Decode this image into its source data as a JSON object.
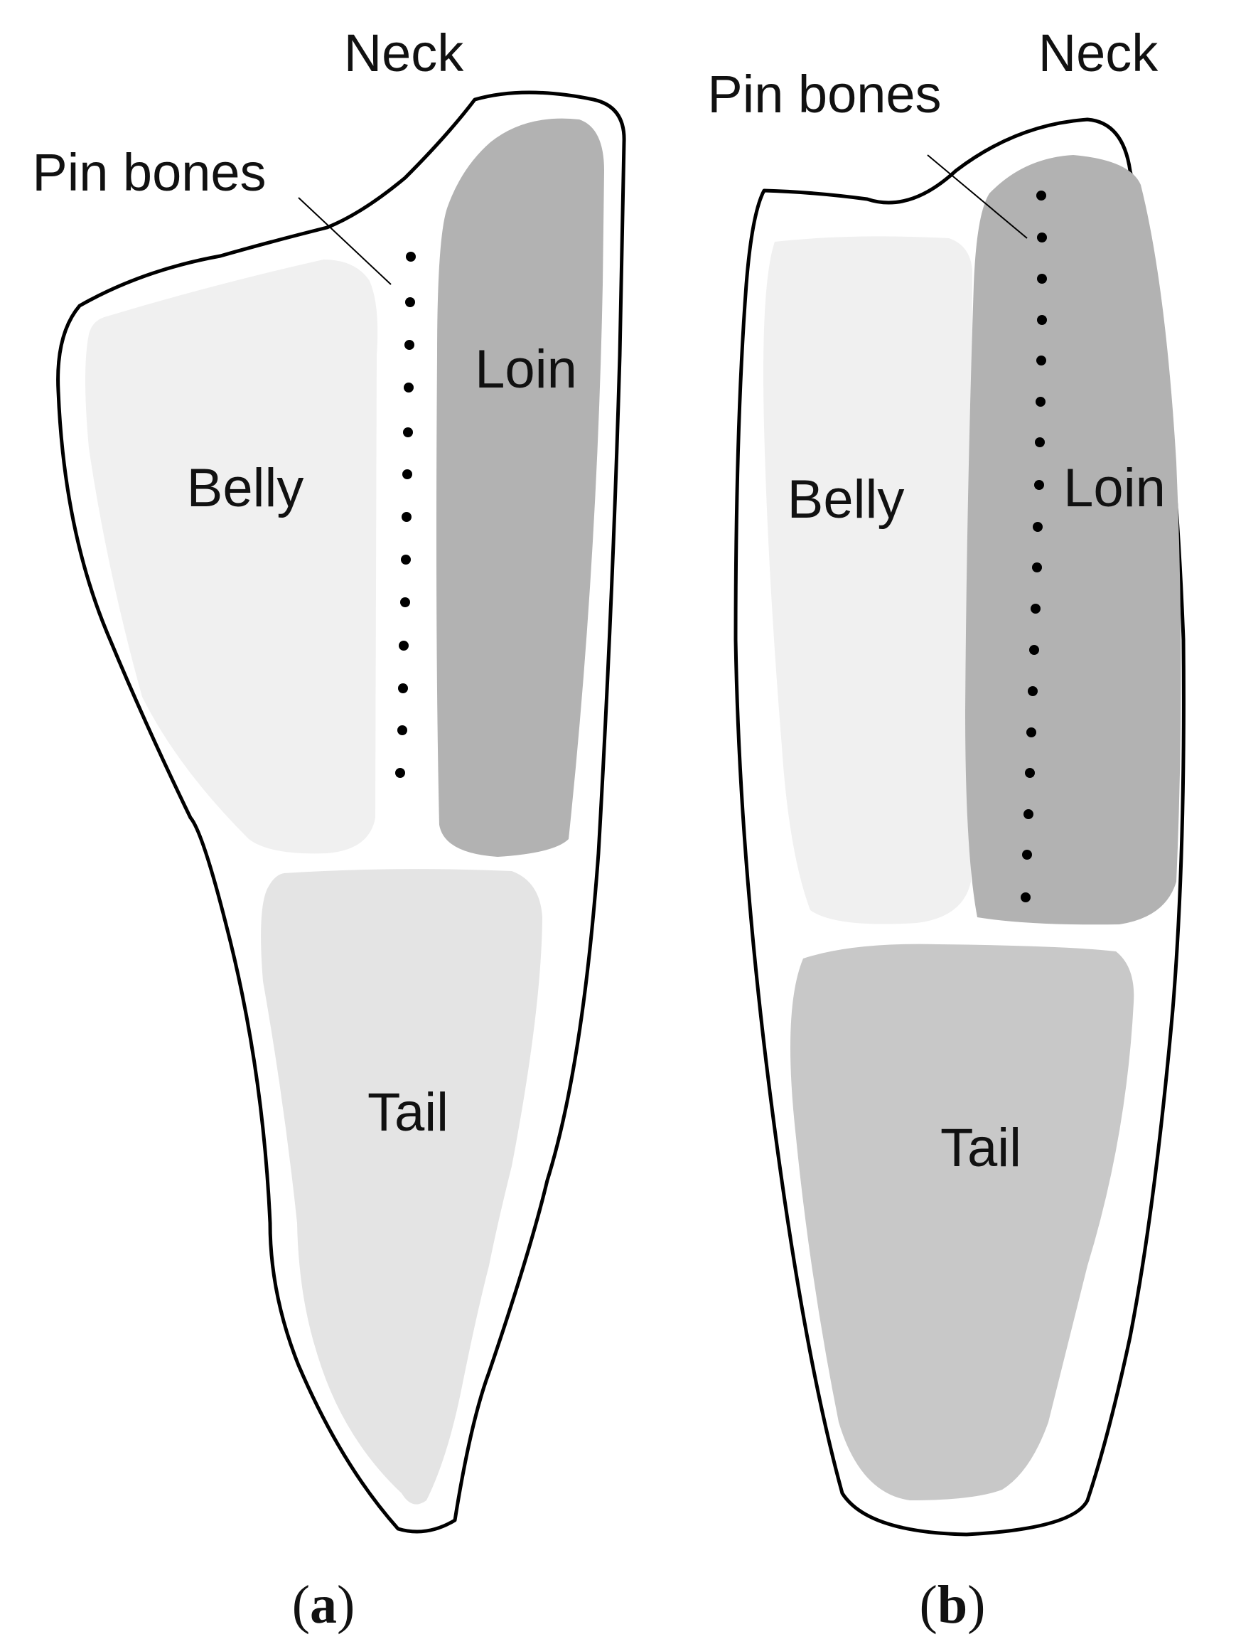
{
  "panels": [
    {
      "id": "a",
      "labels": {
        "neck": "Neck",
        "pin_bones": "Pin bones",
        "loin": "Loin",
        "belly": "Belly",
        "tail": "Tail"
      },
      "caption": {
        "open": "(",
        "letter": "a",
        "close": ")"
      },
      "colors": {
        "outline": "#000000",
        "fillet": "#ffffff",
        "belly": "#f0f0f0",
        "loin": "#b2b2b2",
        "tail": "#e4e4e4"
      }
    },
    {
      "id": "b",
      "labels": {
        "neck": "Neck",
        "pin_bones": "Pin bones",
        "loin": "Loin",
        "belly": "Belly",
        "tail": "Tail"
      },
      "caption": {
        "open": "(",
        "letter": "b",
        "close": ")"
      },
      "colors": {
        "outline": "#000000",
        "fillet": "#ffffff",
        "belly": "#f0f0f0",
        "loin": "#b2b2b2",
        "tail": "#c8c8c8"
      }
    }
  ]
}
